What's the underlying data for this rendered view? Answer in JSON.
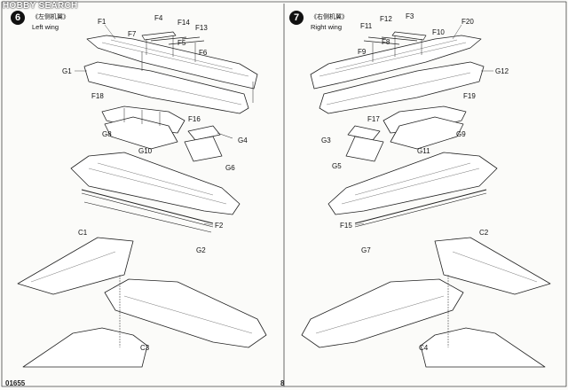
{
  "watermark": {
    "text": "HOBBY SEARCH"
  },
  "left_panel": {
    "step_number": "6",
    "title_cn": "《左侧机翼》",
    "title_en": "Left wing",
    "labels": {
      "F1": "F1",
      "F4": "F4",
      "F14": "F14",
      "F7": "F7",
      "F13": "F13",
      "F5": "F5",
      "F6": "F6",
      "G1": "G1",
      "F18": "F18",
      "F16": "F16",
      "G8": "G8",
      "G10": "G10",
      "G4": "G4",
      "G6": "G6",
      "F2": "F2",
      "G2": "G2",
      "C1": "C1",
      "C3": "C3"
    }
  },
  "right_panel": {
    "step_number": "7",
    "title_cn": "《右侧机翼》",
    "title_en": "Right wing",
    "labels": {
      "F11": "F11",
      "F12": "F12",
      "F3": "F3",
      "F20": "F20",
      "F10": "F10",
      "F8": "F8",
      "F9": "F9",
      "G12": "G12",
      "F19": "F19",
      "F17": "F17",
      "G3": "G3",
      "G11": "G11",
      "G9": "G9",
      "G5": "G5",
      "F15": "F15",
      "G7": "G7",
      "C2": "C2",
      "C4": "C4"
    }
  },
  "footer": {
    "code": "01655",
    "page": "8"
  }
}
